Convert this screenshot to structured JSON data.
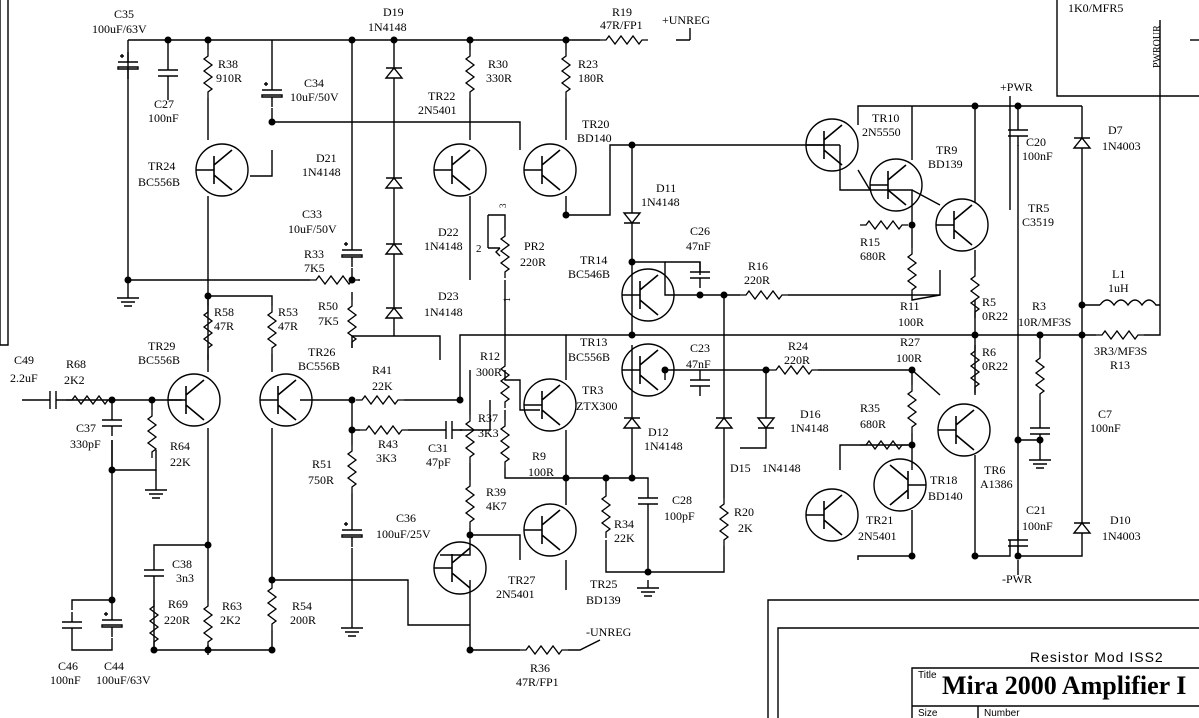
{
  "labels": {
    "c35": "C35",
    "c35v": "100uF/63V",
    "c27": "C27",
    "c27v": "100nF",
    "r38": "R38",
    "r38v": "910R",
    "c34": "C34",
    "c34v": "10uF/50V",
    "d19": "D19",
    "d19v": "1N4148",
    "r19": "R19",
    "r19v": "47R/FP1",
    "unreg_pos": "+UNREG",
    "r30": "R30",
    "r30v": "330R",
    "r23": "R23",
    "r23v": "180R",
    "tr22": "TR22",
    "tr22v": "2N5401",
    "tr20": "TR20",
    "tr20v": "BD140",
    "d21": "D21",
    "d21v": "1N4148",
    "tr24": "TR24",
    "tr24v": "BC556B",
    "c33": "C33",
    "c33v": "10uF/50V",
    "r33": "R33",
    "r33v": "7K5",
    "r50": "R50",
    "r50v": "7K5",
    "d22": "D22",
    "d22v": "1N4148",
    "d23": "D23",
    "d23v": "1N4148",
    "pr2": "PR2",
    "pr2v": "220R",
    "pin3": "3",
    "pin2": "2",
    "pin1": "1",
    "d11": "D11",
    "d11v": "1N4148",
    "c26": "C26",
    "c26v": "47nF",
    "tr14": "TR14",
    "tr14v": "BC546B",
    "r16": "R16",
    "r16v": "220R",
    "tr10": "TR10",
    "tr10v": "2N5550",
    "tr9": "TR9",
    "tr9v": "BD139",
    "r15": "R15",
    "r15v": "680R",
    "tr5": "TR5",
    "tr5v": "C3519",
    "r11": "R11",
    "r11v": "100R",
    "r5": "R5",
    "r5v": "0R22",
    "r3": "R3",
    "r3v": "10R/MF3S",
    "l1": "L1",
    "l1v": "1uH",
    "r13": "R13",
    "r13v": "3R3/MF3S",
    "pwr_pos": "+PWR",
    "pwr_neg": "-PWR",
    "c20": "C20",
    "c20v": "100nF",
    "d7": "D7",
    "d7v": "1N4003",
    "top_right": "1K0/MFR5",
    "pwrour": "PWROUR",
    "c49": "C49",
    "c49v": "2.2uF",
    "r68": "R68",
    "r68v": "2K2",
    "tr29": "TR29",
    "tr29v": "BC556B",
    "r58": "R58",
    "r58v": "47R",
    "r53": "R53",
    "r53v": "47R",
    "tr26": "TR26",
    "tr26v": "BC556B",
    "r41": "R41",
    "r41v": "22K",
    "c37": "C37",
    "c37v": "330pF",
    "r64": "R64",
    "r64v": "22K",
    "r43": "R43",
    "r43v": "3K3",
    "c31": "C31",
    "c31v": "47pF",
    "r12": "R12",
    "r12v": "300R",
    "r37": "R37",
    "r37v": "3K3",
    "tr13": "TR13",
    "tr13v": "BC556B",
    "tr3": "TR3",
    "tr3v": "ZTX300",
    "c23": "C23",
    "c23v": "47nF",
    "r24": "R24",
    "r24v": "220R",
    "r27": "R27",
    "r27v": "100R",
    "r6": "R6",
    "r6v": "0R22",
    "d12": "D12",
    "d12v": "1N4148",
    "d16": "D16",
    "d16v": "1N4148",
    "d15": "D15",
    "d15v": "1N4148",
    "r35": "R35",
    "r35v": "680R",
    "tr18": "TR18",
    "tr18v": "BD140",
    "tr6": "TR6",
    "tr6v": "A1386",
    "c7": "C7",
    "c7v": "100nF",
    "r51": "R51",
    "r51v": "750R",
    "r9": "R9",
    "r9v": "100R",
    "r39": "R39",
    "r39v": "4K7",
    "c28": "C28",
    "c28v": "100pF",
    "r20": "R20",
    "r20v": "2K",
    "r34": "R34",
    "r34v": "22K",
    "tr21": "TR21",
    "tr21v": "2N5401",
    "c21": "C21",
    "c21v": "100nF",
    "d10": "D10",
    "d10v": "1N4003",
    "c36": "C36",
    "c36v": "100uF/25V",
    "tr27": "TR27",
    "tr27v": "2N5401",
    "tr25": "TR25",
    "tr25v": "BD139",
    "c38": "C38",
    "c38v": "3n3",
    "r69": "R69",
    "r69v": "220R",
    "r63": "R63",
    "r63v": "2K2",
    "r54": "R54",
    "r54v": "200R",
    "unreg_neg": "-UNREG",
    "r36": "R36",
    "r36v": "47R/FP1",
    "c46": "C46",
    "c46v": "100nF",
    "c44": "C44",
    "c44v": "100uF/63V"
  },
  "title_block": {
    "subtitle": "Resistor Mod ISS2",
    "title_label": "Title",
    "title": "Mira 2000 Amplifier I",
    "size_label": "Size",
    "number_label": "Number"
  }
}
